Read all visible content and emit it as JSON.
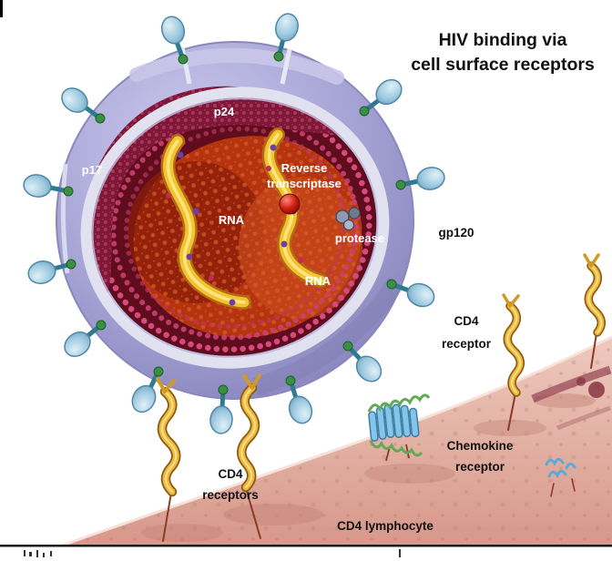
{
  "figure": {
    "title_line1": "HIV binding via",
    "title_line2": "cell surface receptors"
  },
  "labels": {
    "p24": "p24",
    "p17": "p17",
    "rna_upper": "RNA",
    "reverse_line1": "Reverse",
    "reverse_line2": "transcriptase",
    "protease": "protease",
    "rna_lower": "RNA",
    "gp120": "gp120",
    "cd4_receptor_line1": "CD4",
    "cd4_receptor_line2": "receptor",
    "cd4_receptors_line1": "CD4",
    "cd4_receptors_line2": "receptors",
    "chemokine_line1": "Chemokine",
    "chemokine_line2": "receptor",
    "cd4_lymphocyte": "CD4 lymphocyte"
  },
  "colors": {
    "envelope": "#a7a4d6",
    "matrix": "#7c1736",
    "core": "#b5330f",
    "rna_ribbon": "#f3c431",
    "spike_head": "#9cc8de",
    "membrane": "#e0a595",
    "receptor_gold": "#ecb93f",
    "chemokine_blue": "#85c6e8"
  }
}
